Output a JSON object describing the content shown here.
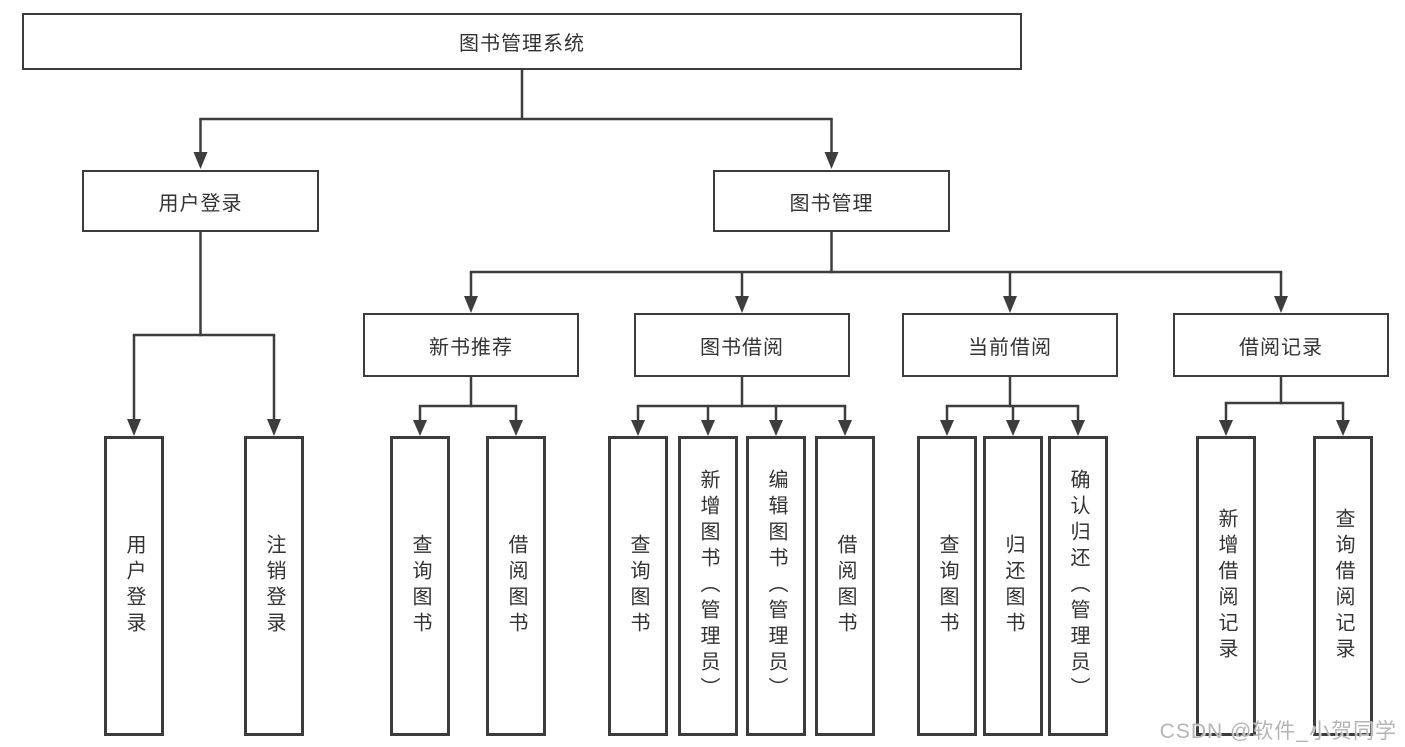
{
  "tree": {
    "root": {
      "label": "图书管理系统"
    },
    "level2": [
      {
        "label": "用户登录"
      },
      {
        "label": "图书管理"
      }
    ],
    "level3": [
      {
        "label": "新书推荐"
      },
      {
        "label": "图书借阅"
      },
      {
        "label": "当前借阅"
      },
      {
        "label": "借阅记录"
      }
    ],
    "leafGroups": [
      {
        "items": [
          {
            "label": "用户登录"
          },
          {
            "label": "注销登录"
          }
        ]
      },
      {
        "items": [
          {
            "label": "查询图书"
          },
          {
            "label": "借阅图书"
          }
        ]
      },
      {
        "items": [
          {
            "label": "查询图书"
          },
          {
            "label": "新增图书（管理员）"
          },
          {
            "label": "编辑图书（管理员）"
          },
          {
            "label": "借阅图书"
          }
        ]
      },
      {
        "items": [
          {
            "label": "查询图书"
          },
          {
            "label": "归还图书"
          },
          {
            "label": "确认归还（管理员）"
          }
        ]
      },
      {
        "items": [
          {
            "label": "新增借阅记录"
          },
          {
            "label": "查询借阅记录"
          }
        ]
      }
    ]
  },
  "watermark": {
    "text": "CSDN @软件_小贺同学"
  },
  "colors": {
    "line": "#3d3d3d",
    "text": "#333333",
    "box_background": "#ffffff",
    "page_background": "#ffffff",
    "watermark": "#b5b5b5"
  }
}
